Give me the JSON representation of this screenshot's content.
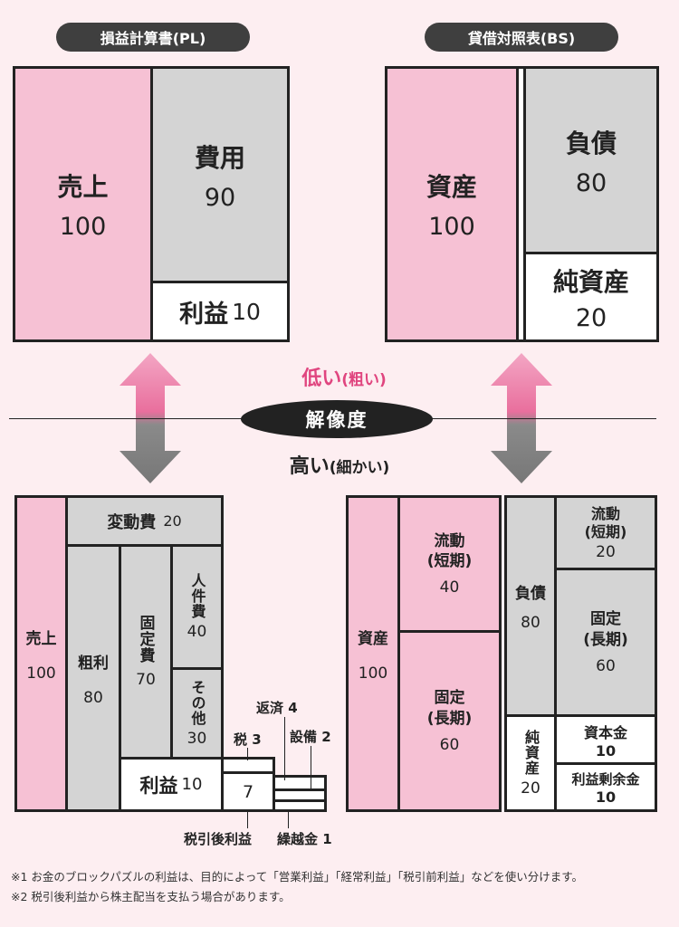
{
  "pl_title": "損益計算書(PL)",
  "bs_title": "貸借対照表(BS)",
  "top_pl": {
    "sales": {
      "label": "売上",
      "value": "100"
    },
    "cost": {
      "label": "費用",
      "value": "90"
    },
    "profit": {
      "label": "利益",
      "value": "10"
    }
  },
  "top_bs": {
    "assets": {
      "label": "資産",
      "value": "100"
    },
    "liabilities": {
      "label": "負債",
      "value": "80"
    },
    "equity": {
      "label": "純資産",
      "value": "20"
    }
  },
  "resolution": {
    "low": "低い",
    "low_paren": "(粗い)",
    "label": "解像度",
    "high": "高い",
    "high_paren": "(細かい)"
  },
  "bottom_pl": {
    "variable_cost": {
      "label": "変動費",
      "value": "20"
    },
    "sales": {
      "label": "売上",
      "value": "100"
    },
    "gross_profit": {
      "label": "粗利",
      "value": "80"
    },
    "fixed_cost": {
      "label": "固定費",
      "value": "70"
    },
    "personnel": {
      "label": "人件費",
      "value": "40"
    },
    "other": {
      "label": "その他",
      "value": "30"
    },
    "profit": {
      "label": "利益",
      "value": "10"
    },
    "tax": {
      "label": "税",
      "value": "3"
    },
    "repayment": {
      "label": "返済",
      "value": "4"
    },
    "equipment": {
      "label": "設備",
      "value": "2"
    },
    "after_tax_value": "7",
    "after_tax_label": "税引後利益",
    "carry_over": {
      "label": "繰越金",
      "value": "1"
    }
  },
  "bottom_bs": {
    "assets": {
      "label": "資産",
      "value": "100"
    },
    "current_assets": {
      "label": "流動\n(短期)",
      "value": "40"
    },
    "fixed_assets": {
      "label": "固定\n(長期)",
      "value": "60"
    },
    "liabilities": {
      "label": "負債",
      "value": "80"
    },
    "current_liab": {
      "label": "流動\n(短期)",
      "value": "20"
    },
    "fixed_liab": {
      "label": "固定\n(長期)",
      "value": "60"
    },
    "equity": {
      "label": "純資産",
      "value": "20"
    },
    "capital": {
      "label": "資本金",
      "value": "10"
    },
    "retained": {
      "label": "利益剰余金",
      "value": "10"
    }
  },
  "notes": [
    "※1  お金のブロックパズルの利益は、目的によって「営業利益」「経常利益」「税引前利益」などを使い分けます。",
    "※2  税引後利益から株主配当を支払う場合があります。"
  ],
  "colors": {
    "pink": "#f6c1d4",
    "gray": "#d4d4d4",
    "arrow_pink": "#ea7fa7",
    "arrow_gray": "#7d7d7d"
  }
}
